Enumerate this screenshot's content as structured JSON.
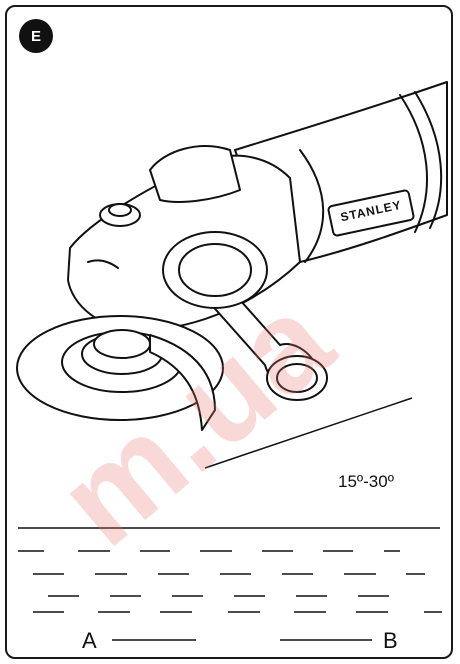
{
  "figure": {
    "badge_letter": "E",
    "angle_label": "15º-30º",
    "brand_label": "STANLEY",
    "label_a": "A",
    "label_b": "B",
    "watermark": "m.ua"
  },
  "colors": {
    "line": "#111111",
    "watermark": "#eb786e"
  }
}
